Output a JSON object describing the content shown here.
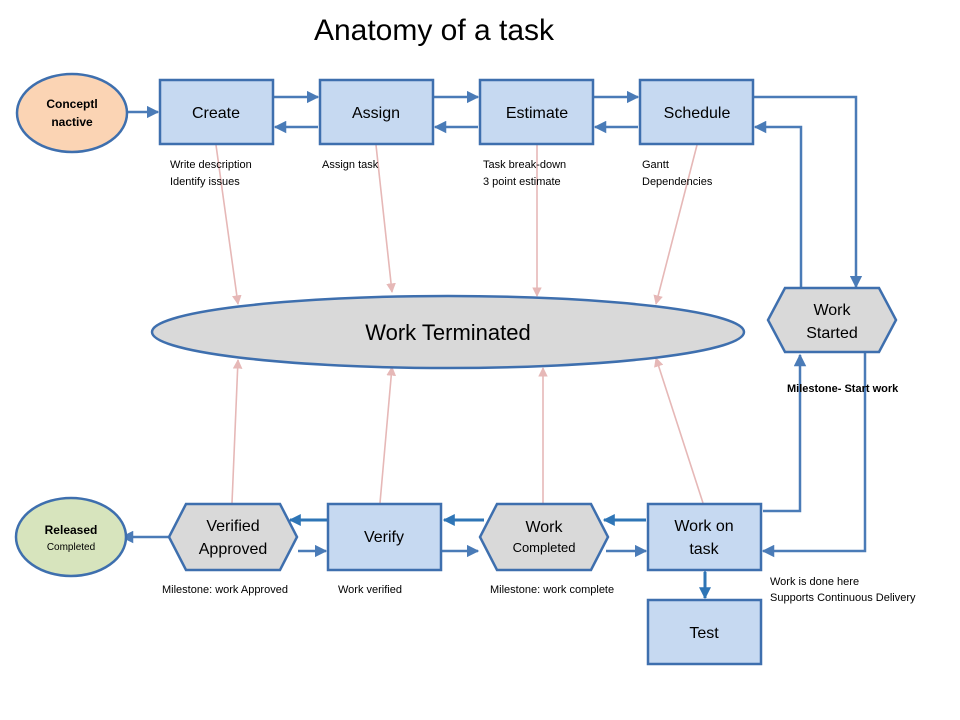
{
  "title": "Anatomy of a task",
  "colors": {
    "box_fill": "#C6D9F1",
    "box_stroke": "#3E6FAE",
    "arrow_blue": "#4A7BB7",
    "arrow_pink": "#E6B8B7",
    "ellipse_fill": "#D9D9D9",
    "concept_fill": "#FBD4B4",
    "released_fill": "#D7E4BD",
    "hex_fill": "#D9D9D9"
  },
  "start_state": {
    "line1": "Conceptl",
    "line2": "nactive"
  },
  "end_state": {
    "line1": "Released",
    "line2": "Completed"
  },
  "steps": {
    "create": {
      "label": "Create",
      "notes": [
        "Write description",
        "Identify issues"
      ]
    },
    "assign": {
      "label": "Assign",
      "notes": [
        "Assign task"
      ]
    },
    "estimate": {
      "label": "Estimate",
      "notes": [
        "Task break-down",
        "3 point estimate"
      ]
    },
    "schedule": {
      "label": "Schedule",
      "notes": [
        "Gantt",
        "Dependencies"
      ]
    },
    "verify": {
      "label": "Verify",
      "notes": [
        "Work verified"
      ]
    },
    "work_on_task": {
      "line1": "Work on",
      "line2": "task",
      "notes": [
        "Work is done here",
        "Supports Continuous Delivery"
      ]
    },
    "test": {
      "label": "Test"
    }
  },
  "milestones": {
    "work_started": {
      "line1": "Work",
      "line2": "Started",
      "note": "Milestone- Start work"
    },
    "work_completed": {
      "line1": "Work",
      "line2": "Completed",
      "note": "Milestone: work complete"
    },
    "verified_approved": {
      "line1": "Verified",
      "line2": "Approved",
      "note": "Milestone: work  Approved"
    }
  },
  "terminated": {
    "label": "Work Terminated"
  }
}
